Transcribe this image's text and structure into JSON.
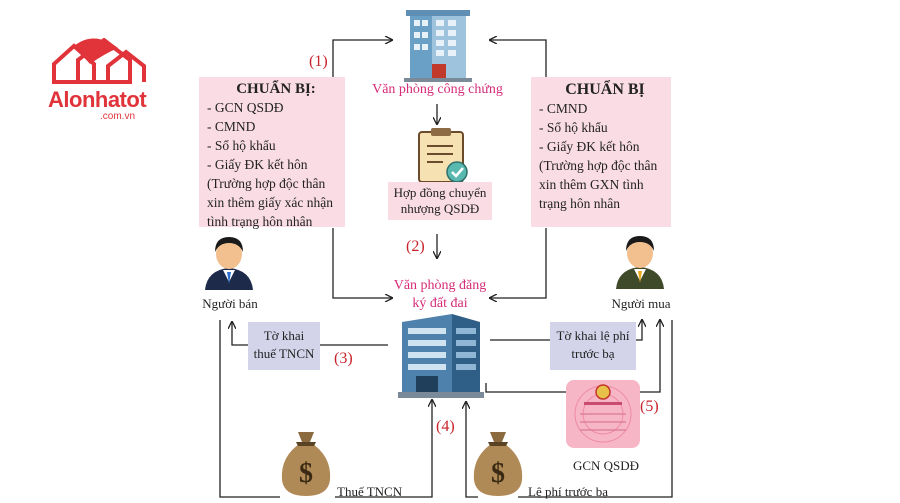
{
  "brand": {
    "name": "Alonhatot",
    "domain": ".com.vn"
  },
  "notary_office": {
    "label": "Văn phòng công chứng"
  },
  "contract": {
    "label": "Hợp đồng chuyển nhượng QSDĐ"
  },
  "land_office": {
    "label": "Văn phòng đăng ký đất đai"
  },
  "seller_prep": {
    "title": "CHUẨN BỊ:",
    "items": [
      "- GCN QSDĐ",
      "- CMND",
      "- Sổ hộ khẩu",
      "- Giấy ĐK kết hôn",
      "(Trường hợp độc thân",
      "xin thêm giấy xác nhận",
      "tình trạng hôn nhân"
    ]
  },
  "buyer_prep": {
    "title": "CHUẨN BỊ",
    "items": [
      "- CMND",
      "- Sổ hộ khẩu",
      "- Giấy ĐK kết hôn",
      "(Trường hợp độc thân",
      "xin thêm GXN tình",
      "trạng hôn nhân"
    ]
  },
  "seller": {
    "label": "Người bán"
  },
  "buyer": {
    "label": "Người mua"
  },
  "tax_form": {
    "line1": "Tờ khai",
    "line2": "thuế TNCN"
  },
  "fee_form": {
    "line1": "Tờ khai lệ phí",
    "line2": "trước bạ"
  },
  "certificate": {
    "label": "GCN QSDĐ"
  },
  "tax_bag": {
    "label": "Thuế TNCN",
    "symbol": "$"
  },
  "fee_bag": {
    "label": "Lệ phí trước bạ",
    "symbol": "$"
  },
  "steps": [
    "(1)",
    "(2)",
    "(3)",
    "(4)",
    "(5)"
  ],
  "colors": {
    "magenta": "#d52b78",
    "step_red": "#c8242b",
    "pink_box": "#fadde4",
    "gray_box": "#d3d4ea",
    "logo_red": "#e0333a"
  }
}
